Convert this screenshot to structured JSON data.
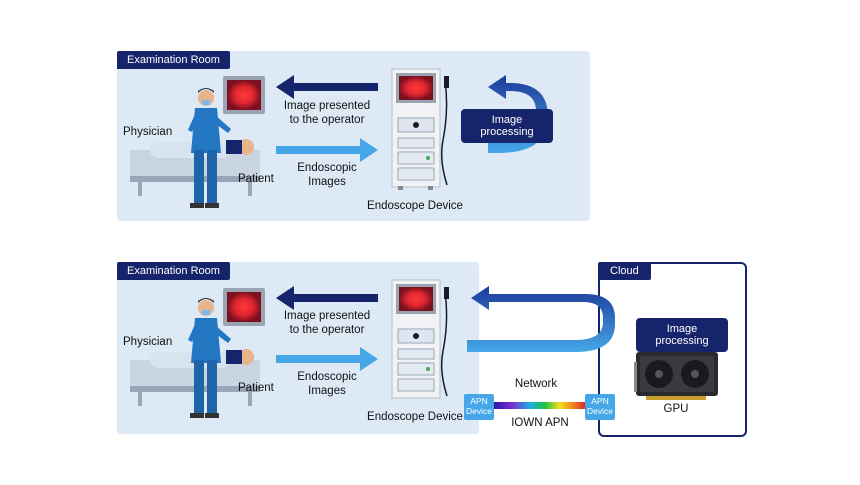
{
  "top": {
    "room_label": "Examination Room",
    "physician": "Physician",
    "patient": "Patient",
    "presented": [
      "Image presented",
      "to the operator"
    ],
    "endoscopic": [
      "Endoscopic",
      "Images"
    ],
    "device": "Endoscope Device",
    "processing": "Image processing"
  },
  "bottom": {
    "room_label": "Examination Room",
    "physician": "Physician",
    "patient": "Patient",
    "presented": [
      "Image presented",
      "to the operator"
    ],
    "endoscopic": [
      "Endoscopic",
      "Images"
    ],
    "device": "Endoscope Device",
    "cloud": "Cloud",
    "processing": "Image processing",
    "gpu": "GPU",
    "network": "Network",
    "iown": "IOWN APN",
    "apn_left": [
      "APN",
      "Device"
    ],
    "apn_right": [
      "APN",
      "Device"
    ]
  },
  "colors": {
    "navy": "#16256b",
    "light_blue": "#45a7e8",
    "panel": "#dde9f5"
  }
}
